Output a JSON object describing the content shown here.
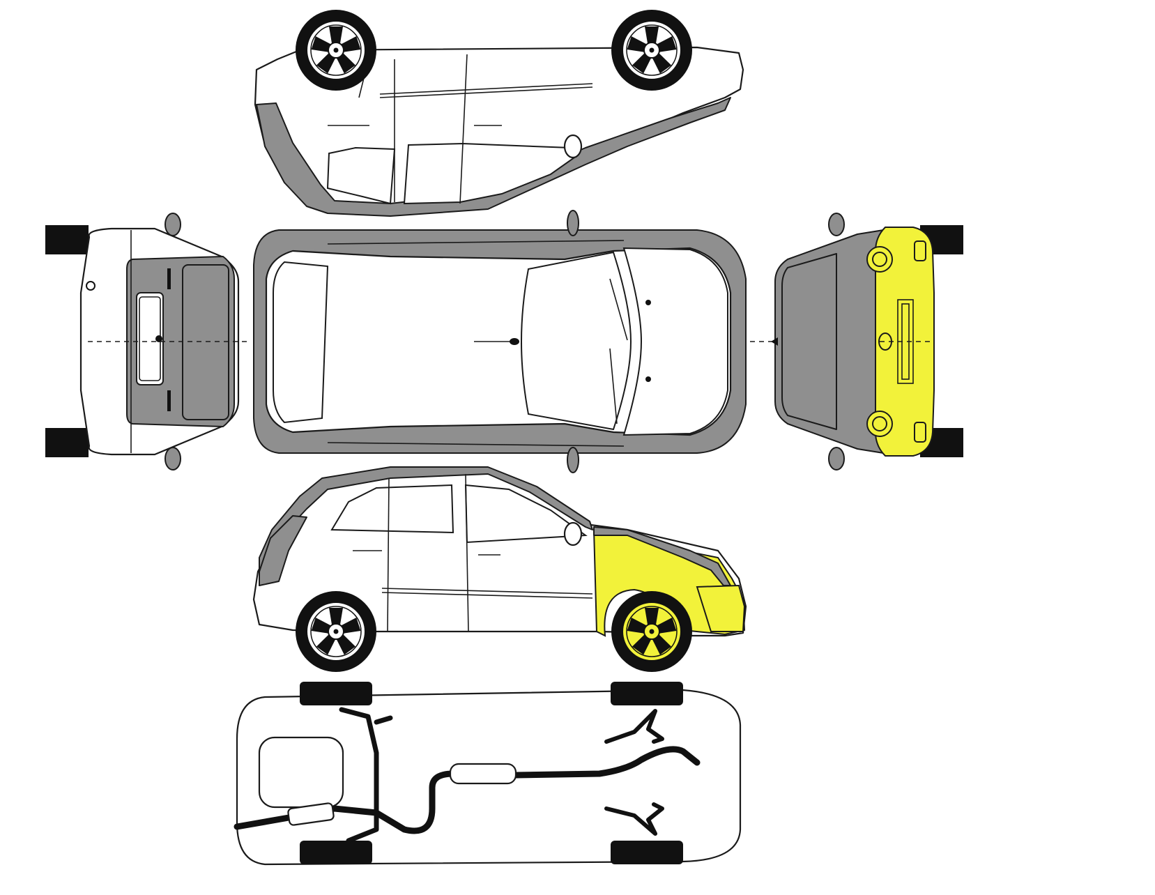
{
  "colors": {
    "body": "#ffffff",
    "trim": "#8f8f8f",
    "damage": "#f2f23a",
    "outline": "#1a1a1a",
    "tire": "#111111"
  },
  "views": [
    {
      "id": "left-side-inverted",
      "damaged": false
    },
    {
      "id": "rear",
      "damaged": false
    },
    {
      "id": "top",
      "damaged": false
    },
    {
      "id": "front",
      "damaged": true,
      "damaged_parts": [
        "front-bumper",
        "headlights"
      ]
    },
    {
      "id": "right-side",
      "damaged": true,
      "damaged_parts": [
        "front-fender",
        "front-bumper",
        "front-wheel"
      ]
    },
    {
      "id": "underbody",
      "damaged": false
    }
  ]
}
